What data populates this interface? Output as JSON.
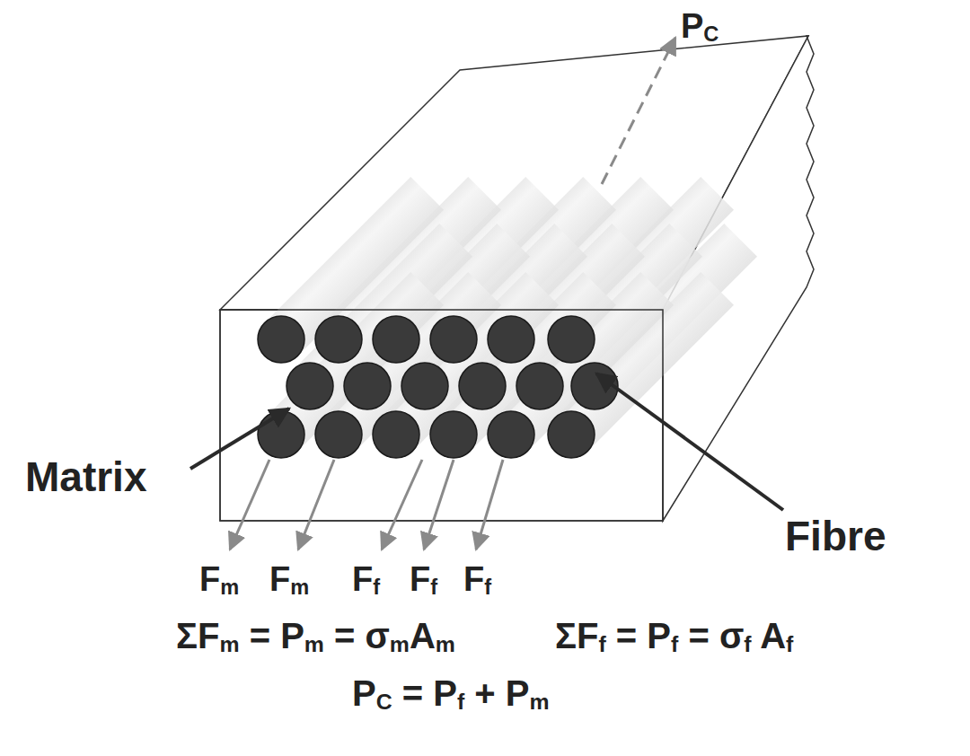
{
  "diagram": {
    "labels": [
      "PC",
      "Matrix",
      "Fibre",
      "Fm",
      "Fm",
      "Ff",
      "Ff",
      "Ff",
      "ΣFm = Pm = σmAm",
      "ΣFf = Pf = σf Af",
      "PC = Pf + Pm"
    ]
  }
}
